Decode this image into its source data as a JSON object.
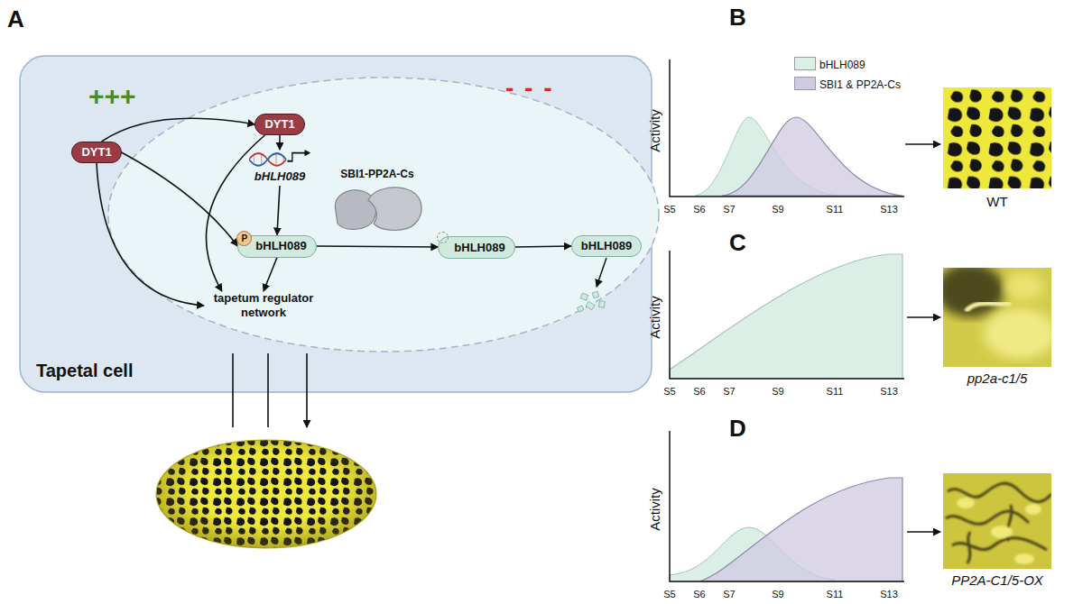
{
  "diagram": {
    "nodes": [
      {
        "text": [
          "Tapetal cell"
        ]
      },
      {
        "text": [
          "DYT1"
        ],
        "in": 0
      },
      {
        "text": [
          "DYT1"
        ],
        "in": 0
      },
      {
        "text": [
          "bHLH089"
        ],
        "in": 0
      },
      {
        "text": [
          "P",
          "bHLH089"
        ],
        "in": 0
      },
      {
        "text": [
          "SBI1-PP2A-Cs"
        ],
        "in": 0
      },
      {
        "text": [
          "bHLH089"
        ],
        "in": 0
      },
      {
        "text": [
          "bHLH089"
        ],
        "in": 0
      },
      {
        "text": [
          "tapetum regulator network"
        ],
        "in": 0
      }
    ],
    "edges": [
      {
        "from": 1,
        "to": 2,
        "arrow": "to"
      },
      {
        "from": 1,
        "to": 4,
        "arrow": "to"
      },
      {
        "from": 1,
        "to": 8,
        "arrow": "to"
      },
      {
        "from": 2,
        "to": 3,
        "arrow": "to"
      },
      {
        "from": 2,
        "to": 8,
        "arrow": "to"
      },
      {
        "from": 3,
        "to": 4,
        "arrow": "to"
      },
      {
        "from": 4,
        "to": 8,
        "arrow": "to"
      },
      {
        "from": 4,
        "to": 6,
        "arrow": "to"
      },
      {
        "from": 6,
        "to": 7,
        "arrow": "to"
      }
    ],
    "labels": [
      "A",
      "+++",
      "- - -",
      "B",
      "Activity",
      "S5",
      "S6",
      "S7",
      "S9",
      "S11",
      "S13",
      "WT",
      "C",
      "Activity",
      "S5",
      "S6",
      "S7",
      "S9",
      "S11",
      "S13",
      "pp2a-c1/5",
      "D",
      "Activity",
      "S5",
      "S6",
      "S7",
      "S9",
      "S11",
      "S13",
      "PP2A-C1/5-OX"
    ],
    "legend": [
      {
        "text": "bHLH089",
        "color": "#dcefe7"
      },
      {
        "text": "SBI1 & PP2A-Cs",
        "color": "#cfcae2"
      }
    ]
  }
}
